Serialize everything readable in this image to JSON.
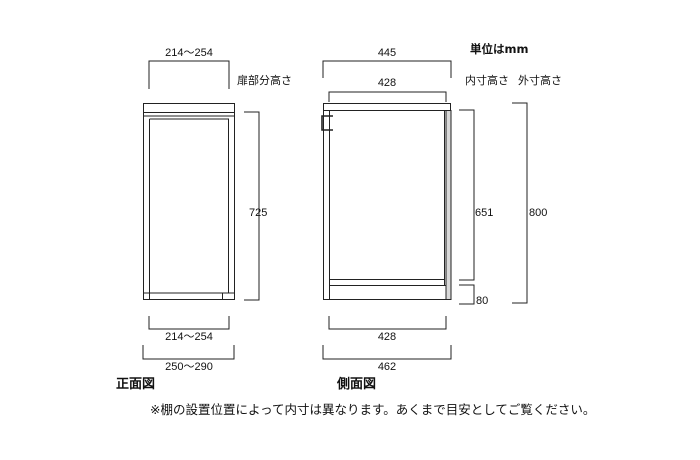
{
  "unit_label": "単位はmm",
  "front_view": {
    "caption": "正面図",
    "top_width": "214～254",
    "door_height_label": "扉部分高さ",
    "door_height": "725",
    "inner_width": "214～254",
    "outer_width": "250～290"
  },
  "side_view": {
    "caption": "側面図",
    "total_depth_top": "445",
    "inner_depth_top": "428",
    "inner_height_label": "内寸高さ",
    "outer_height_label": "外寸高さ",
    "inner_height": "651",
    "outer_height": "800",
    "base_height": "80",
    "inner_depth_bottom": "428",
    "total_depth_bottom": "462"
  },
  "footnote": "※棚の設置位置によって内寸は異なります。あくまで目安としてご覧ください。"
}
